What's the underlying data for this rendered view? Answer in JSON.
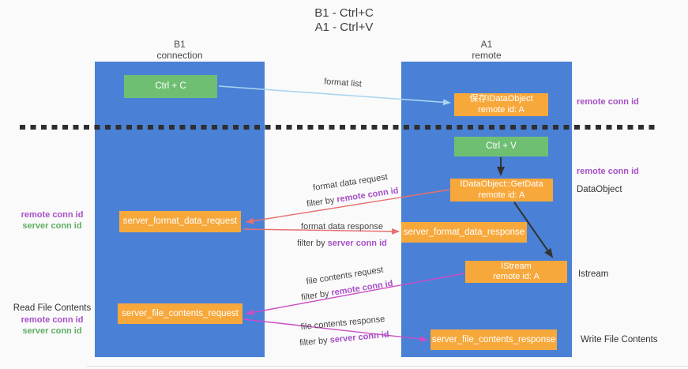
{
  "title": {
    "line1": "B1 - Ctrl+C",
    "line2": "A1 - Ctrl+V"
  },
  "lanes": {
    "left": {
      "name": "B1",
      "subtitle": "connection"
    },
    "right": {
      "name": "A1",
      "subtitle": "remote"
    }
  },
  "boxes": {
    "ctrl_c": "Ctrl + C",
    "ctrl_v": "Ctrl + V",
    "save_dataobject": {
      "line1": "保存IDataObject",
      "line2": "remote id: A"
    },
    "getdata": {
      "line1": "IDataObject::GetData",
      "line2": "remote id: A"
    },
    "istream": {
      "line1": "IStream",
      "line2": "remote id: A"
    },
    "format_request": "server_format_data_request",
    "format_response": "server_format_data_response",
    "file_request": "server_file_contents_request",
    "file_response": "server_file_contents_response"
  },
  "arrow_labels": {
    "format_list": "format list",
    "format_data_request": {
      "main": "format data request",
      "filter_prefix": "filter by ",
      "filter_key": "remote conn id"
    },
    "format_data_response": {
      "main": "format data response",
      "filter_prefix": "filter by ",
      "filter_key": "server conn id"
    },
    "file_contents_request": {
      "main": "file contents request",
      "filter_prefix": "filter by ",
      "filter_key": "remote conn id"
    },
    "file_contents_response": {
      "main": "file contents response",
      "filter_prefix": "filter by ",
      "filter_key": "server conn id"
    }
  },
  "side_labels": {
    "right_top_remote_conn_id": "remote conn id",
    "right_mid_remote_conn_id": "remote conn id",
    "dataobject": "DataObject",
    "istream": "Istream",
    "write_file_contents": "Write File Contents",
    "left_remote_conn_id_1": "remote conn id",
    "left_server_conn_id_1": "server conn id",
    "read_file_contents": "Read File Contents",
    "left_remote_conn_id_2": "remote conn id",
    "left_server_conn_id_2": "server conn id"
  },
  "colors": {
    "lane_blue": "#4a81d6",
    "green_box": "#6fbf73",
    "orange_box": "#f7a83b",
    "purple_text": "#a750c6",
    "green_text": "#5fae63",
    "blue_arrow": "#a9d4ef",
    "red_arrow": "#e87070",
    "magenta_arrow": "#cb4dc8",
    "black_arrow": "#333333",
    "background": "#fafafa"
  }
}
